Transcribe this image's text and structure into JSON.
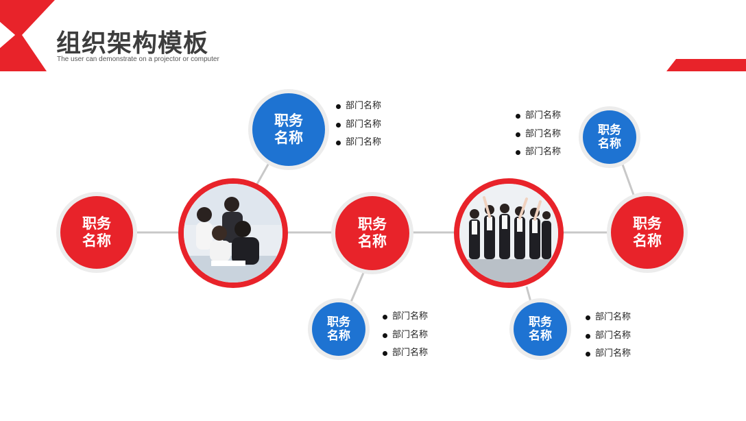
{
  "header": {
    "title": "组织架构模板",
    "subtitle": "The user can demonstrate on a projector or computer"
  },
  "colors": {
    "accent_red": "#e8232a",
    "accent_blue": "#1e73d2",
    "connector_gray": "#c8c8c8"
  },
  "nodes": {
    "left_red": "职务\n名称",
    "top_blue": "职务\n名称",
    "center_red": "职务\n名称",
    "bottom_blue_left": "职务\n名称",
    "bottom_blue_right": "职务\n名称",
    "right_red": "职务\n名称",
    "top_right_blue": "职务\n名称"
  },
  "lists": {
    "top_center": [
      "部门名称",
      "部门名称",
      "部门名称"
    ],
    "top_right": [
      "部门名称",
      "部门名称",
      "部门名称"
    ],
    "bottom_left": [
      "部门名称",
      "部门名称",
      "部门名称"
    ],
    "bottom_right": [
      "部门名称",
      "部门名称",
      "部门名称"
    ]
  },
  "photos": {
    "left": "office-team-meeting-photo",
    "right": "cheering-business-team-photo"
  }
}
